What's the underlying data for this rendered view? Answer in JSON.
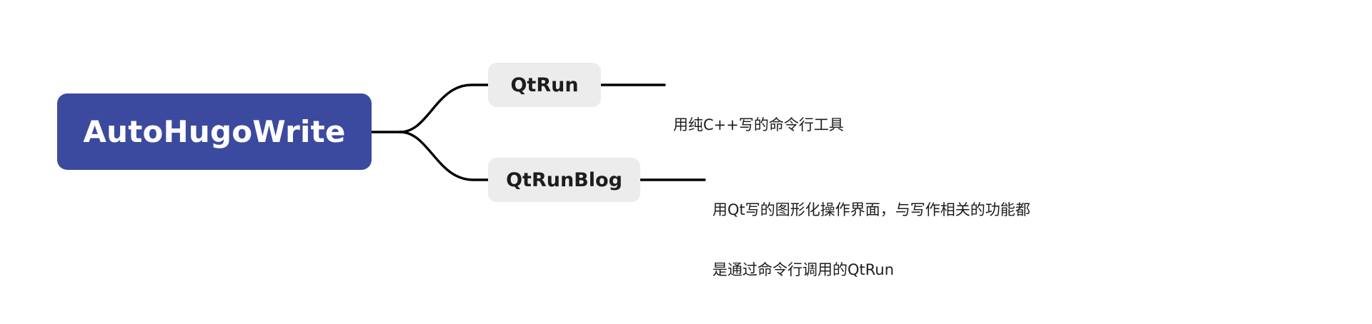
{
  "diagram": {
    "type": "mindmap",
    "title": "AutoHugoWrite",
    "background_color": "#ffffff",
    "root": {
      "label": "AutoHugoWrite",
      "fill_color": "#3b4a9e",
      "text_color": "#ffffff"
    },
    "branches": [
      {
        "label": "QtRun",
        "fill_color": "#ececec",
        "text_color": "#1d1d1d",
        "description": "用纯C++写的命令行工具"
      },
      {
        "label": "QtRunBlog",
        "fill_color": "#ececec",
        "text_color": "#1d1d1d",
        "description_line1": "用Qt写的图形化操作界面，与写作相关的功能都",
        "description_line2": "是通过命令行调用的QtRun"
      }
    ],
    "edge_color": "#000000"
  }
}
